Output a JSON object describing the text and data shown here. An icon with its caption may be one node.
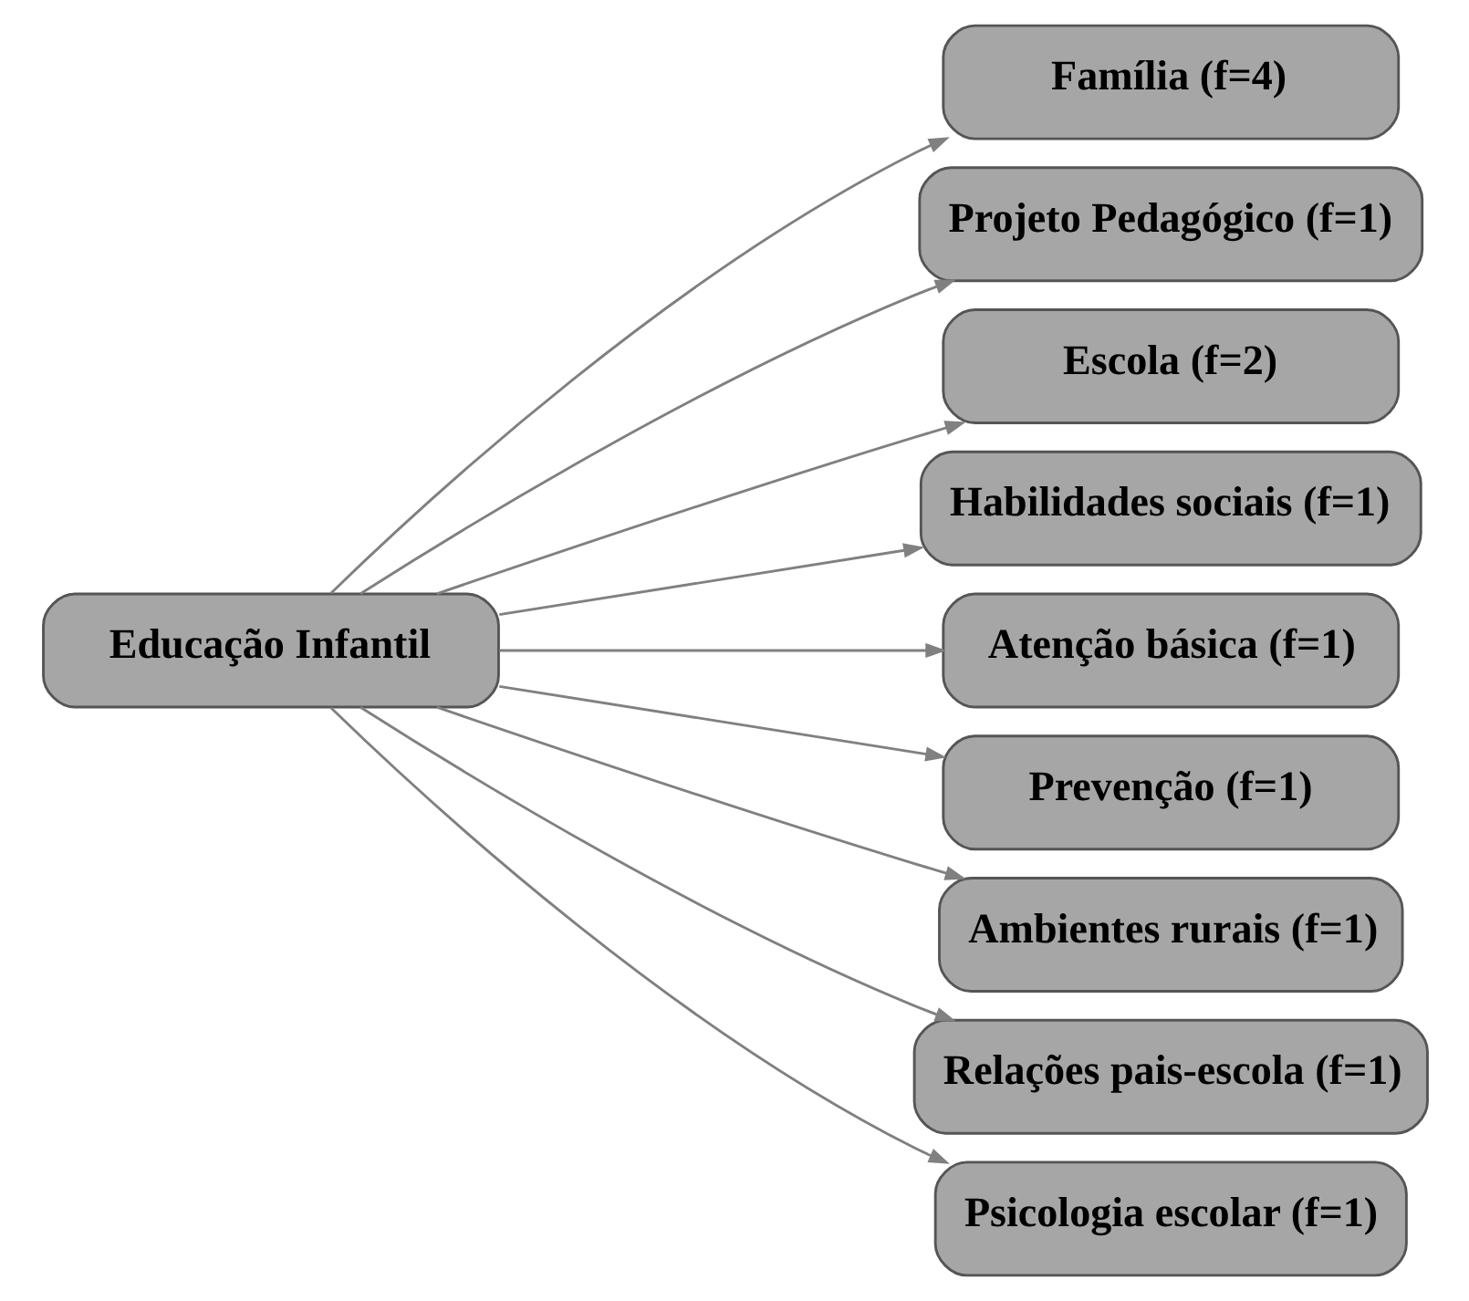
{
  "diagram": {
    "nodes": [
      {
        "text": [
          "Educação Infantil"
        ]
      },
      {
        "text": [
          "Família (f=4)"
        ]
      },
      {
        "text": [
          "Projeto Pedagógico (f=1)"
        ]
      },
      {
        "text": [
          "Escola (f=2)"
        ]
      },
      {
        "text": [
          "Habilidades sociais (f=1)"
        ]
      },
      {
        "text": [
          "Atenção básica (f=1)"
        ]
      },
      {
        "text": [
          "Prevenção (f=1)"
        ]
      },
      {
        "text": [
          "Ambientes rurais (f=1)"
        ]
      },
      {
        "text": [
          "Relações pais-escola (f=1)"
        ]
      },
      {
        "text": [
          "Psicologia escolar (f=1)"
        ]
      }
    ],
    "edges": [
      {
        "from": 0,
        "to": 1,
        "arrow": "to"
      },
      {
        "from": 0,
        "to": 2,
        "arrow": "to"
      },
      {
        "from": 0,
        "to": 3,
        "arrow": "to"
      },
      {
        "from": 0,
        "to": 4,
        "arrow": "to"
      },
      {
        "from": 0,
        "to": 5,
        "arrow": "to"
      },
      {
        "from": 0,
        "to": 6,
        "arrow": "to"
      },
      {
        "from": 0,
        "to": 7,
        "arrow": "to"
      },
      {
        "from": 0,
        "to": 8,
        "arrow": "to"
      },
      {
        "from": 0,
        "to": 9,
        "arrow": "to"
      }
    ]
  }
}
